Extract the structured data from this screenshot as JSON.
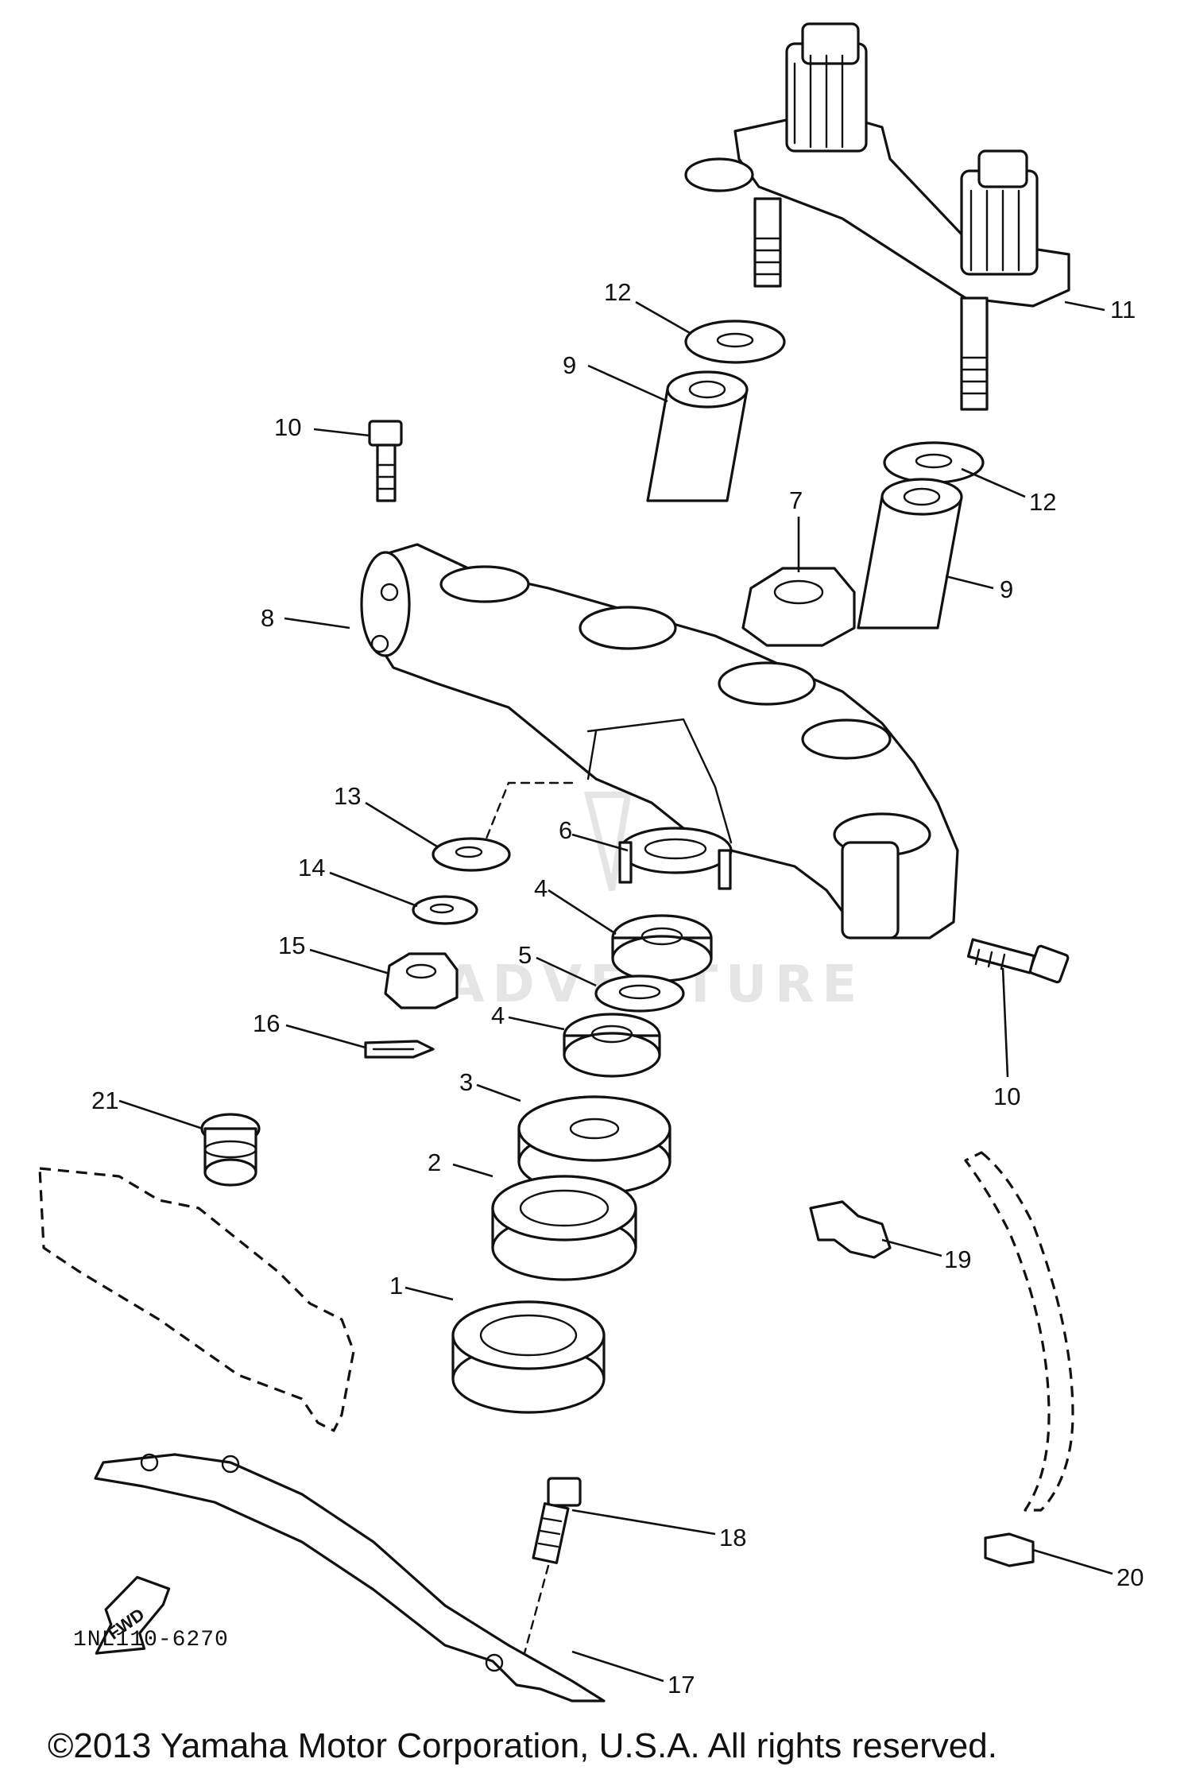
{
  "diagram": {
    "catalog_code": "1NL110-6270",
    "copyright": "©2013 Yamaha Motor Corporation, U.S.A. All rights reserved.",
    "direction_marker": "FWD",
    "watermark": "ADVENTURE",
    "callouts": {
      "c1": "1",
      "c2": "2",
      "c3": "3",
      "c4a": "4",
      "c4b": "4",
      "c5": "5",
      "c6": "6",
      "c7": "7",
      "c8": "8",
      "c9a": "9",
      "c9b": "9",
      "c10a": "10",
      "c10b": "10",
      "c11": "11",
      "c12a": "12",
      "c12b": "12",
      "c13": "13",
      "c14": "14",
      "c15": "15",
      "c16": "16",
      "c17": "17",
      "c18": "18",
      "c19": "19",
      "c20": "20",
      "c21": "21"
    }
  }
}
